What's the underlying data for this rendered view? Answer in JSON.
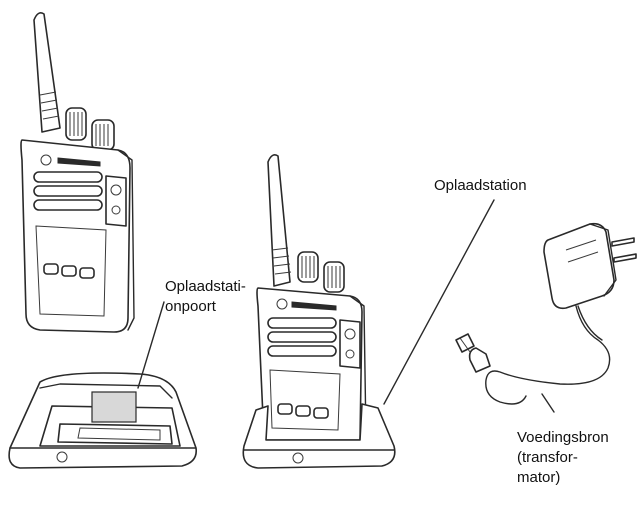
{
  "labels": {
    "charging_station": "Oplaadstation",
    "charging_port_line1": "Oplaadstati-",
    "charging_port_line2": "onpoort",
    "power_supply_line1": "Voedingsbron",
    "power_supply_line2": "(transfor-",
    "power_supply_line3": "mator)"
  },
  "colors": {
    "line": "#2a2a2a",
    "background": "#ffffff",
    "text": "#111111"
  }
}
